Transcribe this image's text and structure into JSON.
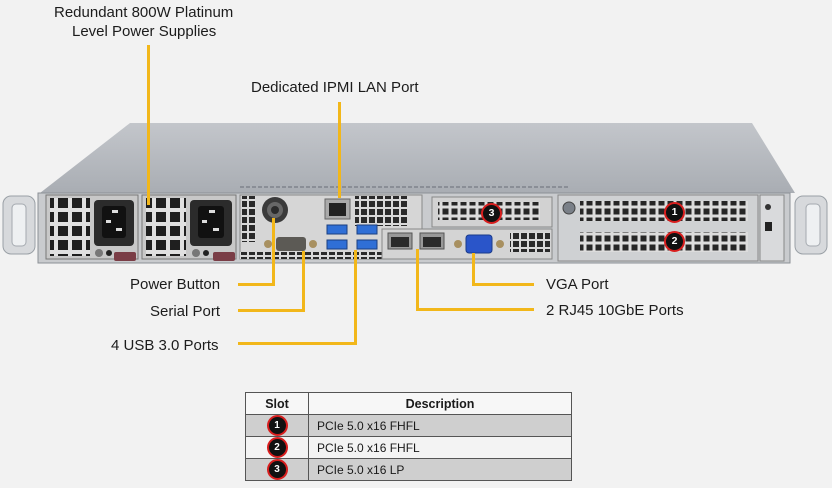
{
  "callouts": {
    "power_supplies_line1": "Redundant  800W Platinum",
    "power_supplies_line2": "Level Power Supplies",
    "ipmi_lan": "Dedicated IPMI  LAN Port",
    "power_button": "Power Button",
    "serial_port": "Serial Port",
    "usb_ports": "4 USB 3.0 Ports",
    "vga_port": "VGA Port",
    "rj45_ports": "2 RJ45  10GbE Ports"
  },
  "chassis_slot_badges": [
    "1",
    "2",
    "3"
  ],
  "colors": {
    "leader_line": "#f2b71a",
    "badge_ring": "#d81e1e",
    "badge_fill": "#111111",
    "usb_blue": "#2f6fd6",
    "vga_blue": "#2a55c9"
  },
  "slot_table": {
    "headers": [
      "Slot",
      "Description"
    ],
    "rows": [
      {
        "slot": "1",
        "description": "PCIe 5.0 x16 FHFL"
      },
      {
        "slot": "2",
        "description": "PCIe 5.0 x16 FHFL"
      },
      {
        "slot": "3",
        "description": "PCIe 5.0 x16 LP"
      }
    ]
  }
}
